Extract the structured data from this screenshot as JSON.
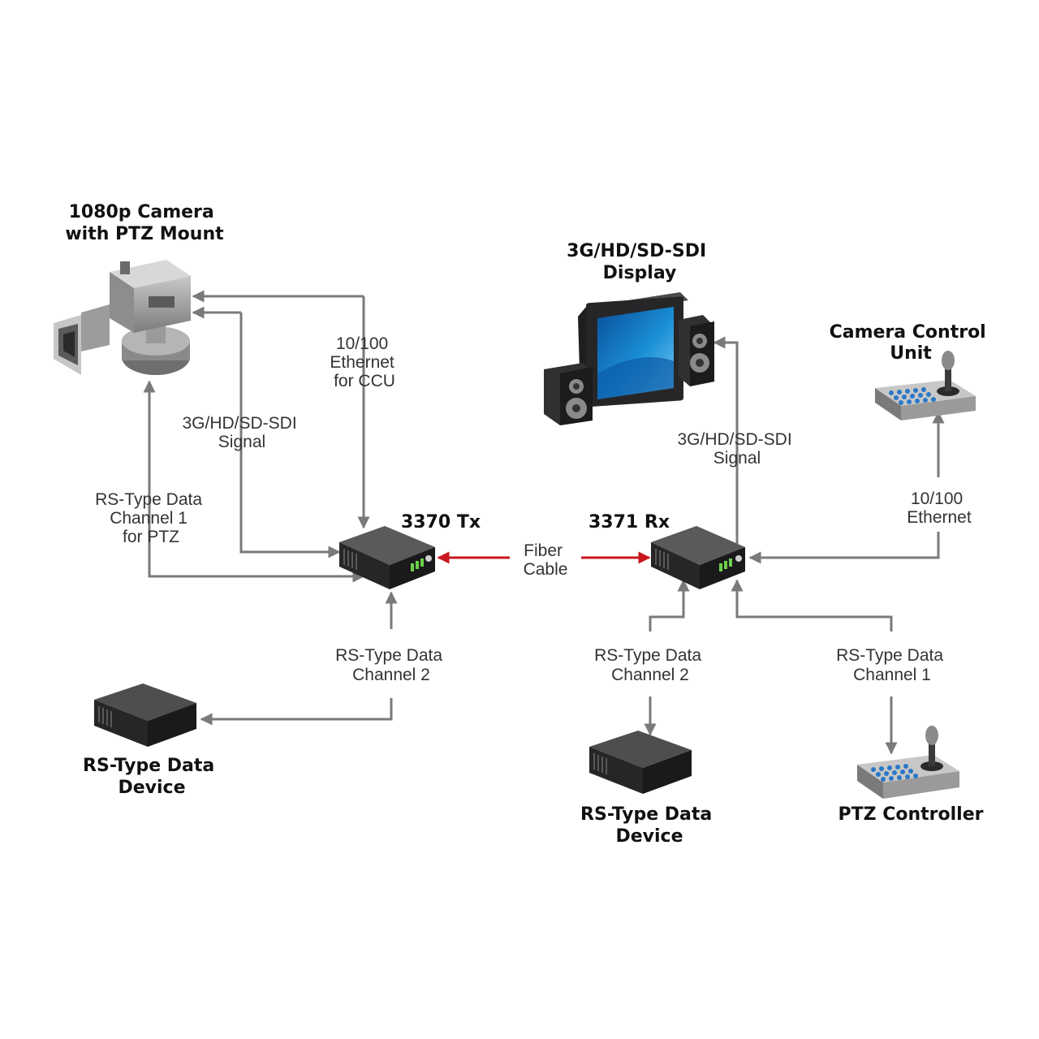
{
  "nodes": {
    "camera": {
      "title": [
        "1080p Camera",
        "with PTZ Mount"
      ],
      "icon": "ptz-camera-icon"
    },
    "display": {
      "title": [
        "3G/HD/SD-SDI",
        "Display"
      ],
      "icon": "display-with-speakers-icon"
    },
    "ccu": {
      "title": [
        "Camera Control",
        "Unit"
      ],
      "icon": "control-keypad-joystick-icon"
    },
    "tx": {
      "title": [
        "3370 Tx"
      ],
      "icon": "transmitter-box-icon"
    },
    "rx": {
      "title": [
        "3371 Rx"
      ],
      "icon": "receiver-box-icon"
    },
    "device_left": {
      "title": [
        "RS-Type Data",
        "Device"
      ],
      "icon": "data-device-box-icon"
    },
    "device_right": {
      "title": [
        "RS-Type Data",
        "Device"
      ],
      "icon": "data-device-box-icon"
    },
    "ptz_controller": {
      "title": [
        "PTZ Controller"
      ],
      "icon": "control-keypad-joystick-icon"
    }
  },
  "links": {
    "ethernet_ccu": [
      "10/100",
      "Ethernet",
      "for CCU"
    ],
    "sdi_left": [
      "3G/HD/SD-SDI",
      "Signal"
    ],
    "rs_ch1_ptz": [
      "RS-Type Data",
      "Channel 1",
      "for PTZ"
    ],
    "fiber": [
      "Fiber",
      "Cable"
    ],
    "rs_ch2_left": [
      "RS-Type Data",
      "Channel 2"
    ],
    "sdi_right": [
      "3G/HD/SD-SDI",
      "Signal"
    ],
    "ethernet_right": [
      "10/100",
      "Ethernet"
    ],
    "rs_ch2_right": [
      "RS-Type Data",
      "Channel 2"
    ],
    "rs_ch1_right": [
      "RS-Type Data",
      "Channel 1"
    ]
  },
  "colors": {
    "wire": "#7a7a7a",
    "fiber": "#c8161d",
    "box_dark": "#2e2e30",
    "led_green": "#6cd04a",
    "screen_blue": "#1a8fd6",
    "keypad_blue": "#2a78c8"
  }
}
